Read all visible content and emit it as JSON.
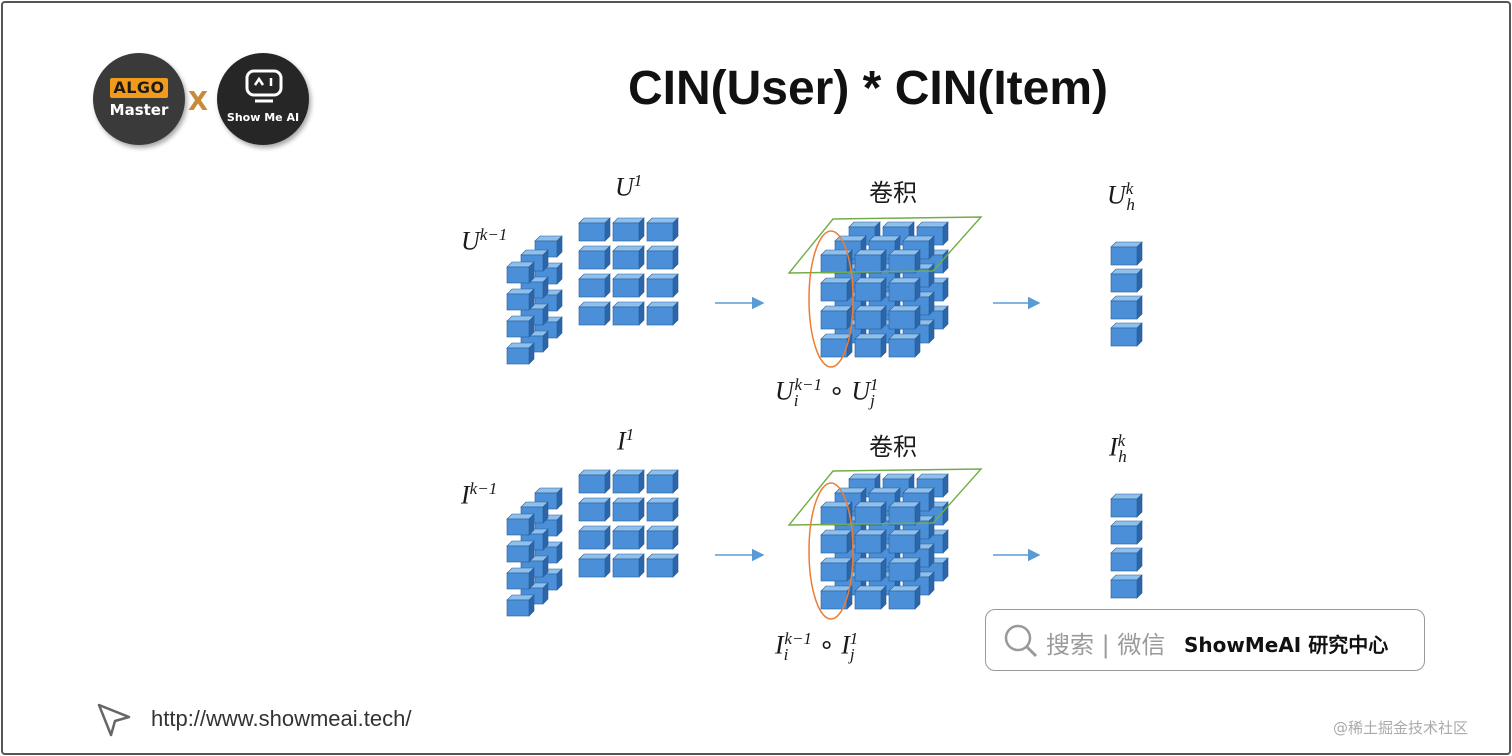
{
  "title": "CIN(User) * CIN(Item)",
  "logos": {
    "algo_badge": "ALGO",
    "algo_sub": "Master",
    "separator": "X",
    "showmeai_label": "Show Me AI"
  },
  "user_row": {
    "input_prev": {
      "base": "U",
      "sup": "k−1"
    },
    "input_first": {
      "base": "U",
      "sup": "1"
    },
    "conv_label": "卷积",
    "output": {
      "base": "U",
      "sup": "k",
      "sub": "h"
    },
    "interaction": {
      "left_base": "U",
      "left_sub": "i",
      "left_sup": "k−1",
      "op": "∘",
      "right_base": "U",
      "right_sub": "j",
      "right_sup": "1"
    }
  },
  "item_row": {
    "input_prev": {
      "base": "I",
      "sup": "k−1"
    },
    "input_first": {
      "base": "I",
      "sup": "1"
    },
    "conv_label": "卷积",
    "output": {
      "base": "I",
      "sup": "k",
      "sub": "h"
    },
    "interaction": {
      "left_base": "I",
      "left_sub": "i",
      "left_sup": "k−1",
      "op": "∘",
      "right_base": "I",
      "right_sub": "j",
      "right_sup": "1"
    }
  },
  "search": {
    "icon": "search-icon",
    "hint": "搜索 | 微信",
    "brand": "ShowMeAI 研究中心"
  },
  "footer": {
    "url": "http://www.showmeai.tech/",
    "watermark": "@稀土掘金技术社区"
  },
  "colors": {
    "cube_front": "#4a8fd8",
    "cube_top": "#8ec0ee",
    "cube_side": "#2c66a8",
    "arrow": "#5b9bd5",
    "plane": "#70ad47",
    "ellipse": "#ed7d31"
  }
}
